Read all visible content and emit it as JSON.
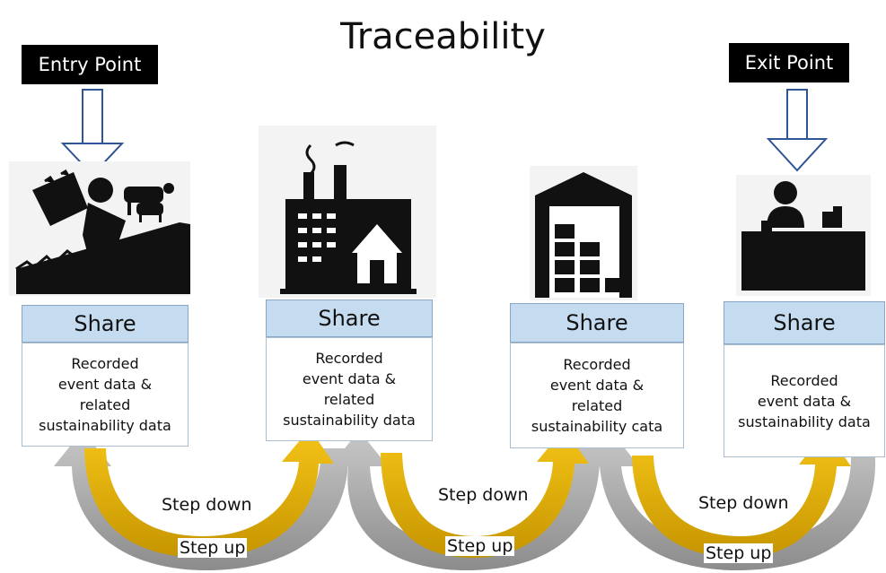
{
  "title": "Traceability",
  "entry_label": "Entry Point",
  "exit_label": "Exit Point",
  "stages": [
    {
      "icon": "farm-icon",
      "header": "Share",
      "text": "Recorded\nevent data &\nrelated\nsustainability data"
    },
    {
      "icon": "factory-icon",
      "header": "Share",
      "text": "Recorded\nevent data &\nrelated\nsustainability data"
    },
    {
      "icon": "warehouse-icon",
      "header": "Share",
      "text": "Recorded\nevent data &\nrelated\nsustainability  cata"
    },
    {
      "icon": "retail-cashier-icon",
      "header": "Share",
      "text": "Recorded\nevent data &\nsustainability data"
    }
  ],
  "steps": [
    {
      "down": "Step down",
      "up": "Step up"
    },
    {
      "down": "Step down",
      "up": "Step up"
    },
    {
      "down": "Step down",
      "up": "Step up"
    }
  ],
  "colors": {
    "share_header": "#c5dbef",
    "step_down": "#f2b705",
    "step_down_dark": "#b88d00",
    "step_up": "#a6a6a6",
    "step_up_dark": "#7f7f7f"
  }
}
